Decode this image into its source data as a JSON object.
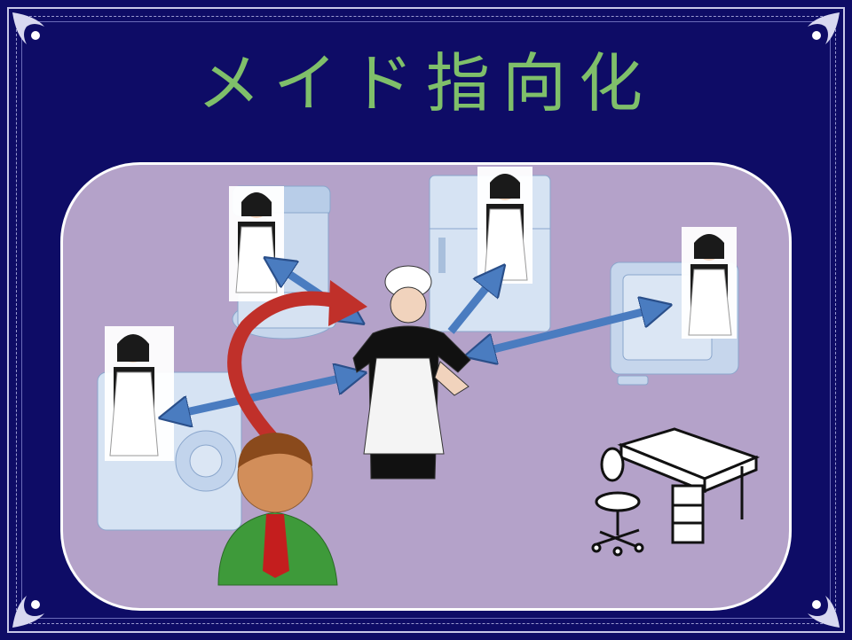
{
  "slide": {
    "title": "メイド指向化"
  },
  "colors": {
    "background": "#0e0c66",
    "title": "#7fbf6a",
    "panel": "#b4a2c9",
    "arrow": "#4a7cc0",
    "curved_arrow": "#c0302a"
  },
  "icons": [
    "maid-on-coffee-maker",
    "maid-on-refrigerator",
    "maid-on-tv",
    "maid-on-washing-machine",
    "central-maid",
    "user-icon",
    "desk-and-chair-icon"
  ]
}
